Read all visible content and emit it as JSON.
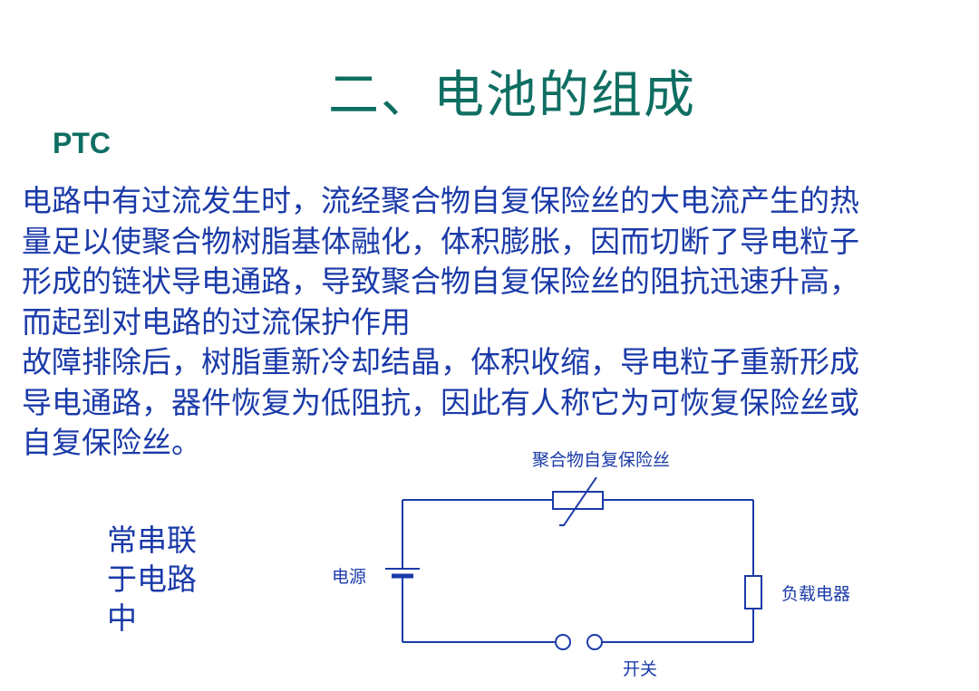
{
  "title": "二、电池的组成",
  "subtitle": "PTC",
  "paragraphs": [
    "电路中有过流发生时，流经聚合物自复保险丝的大电流产生的热量足以使聚合物树脂基体融化，体积膨胀，因而切断了导电粒子形成的链状导电通路，导致聚合物自复保险丝的阻抗迅速升高，而起到对电路的过流保护作用",
    "故障排除后，树脂重新冷却结晶，体积收缩，导电粒子重新形成导电通路，器件恢复为低阻抗，因此有人称它为可恢复保险丝或自复保险丝。"
  ],
  "side_note": "常串联于电路中",
  "diagram": {
    "fuse_label": "聚合物自复保险丝",
    "source_label": "电源",
    "load_label": "负载电器",
    "switch_label": "开关"
  },
  "colors": {
    "title": "#0f6e62",
    "text": "#1a3aa8"
  }
}
